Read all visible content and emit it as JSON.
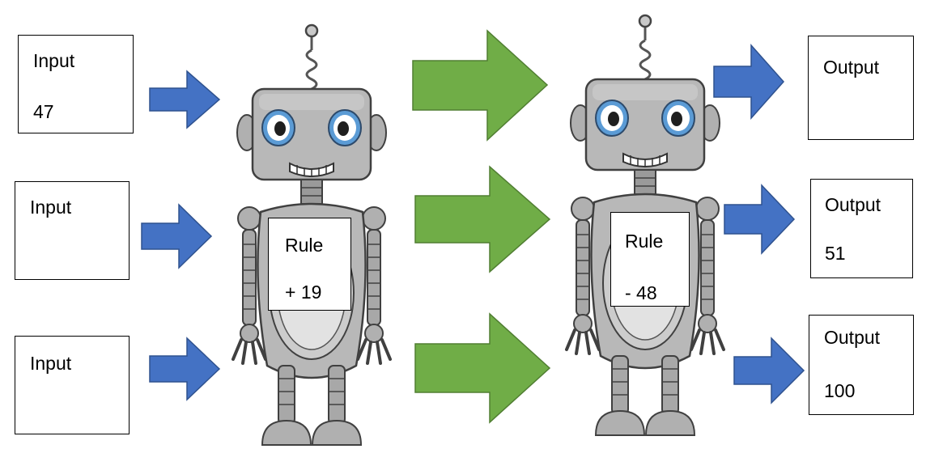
{
  "colors": {
    "blue_arrow": "#4472C4",
    "green_arrow": "#70AD47",
    "robot_body": "#B4B4B4",
    "robot_outline": "#404040",
    "eye_blue": "#5B9BD5"
  },
  "inputs": [
    {
      "label": "Input",
      "value": "47"
    },
    {
      "label": "Input",
      "value": ""
    },
    {
      "label": "Input",
      "value": ""
    }
  ],
  "robots": [
    {
      "rule_label": "Rule",
      "rule_value": "+  19"
    },
    {
      "rule_label": "Rule",
      "rule_value": "- 48"
    }
  ],
  "outputs": [
    {
      "label": "Output",
      "value": ""
    },
    {
      "label": "Output",
      "value": "51"
    },
    {
      "label": "Output",
      "value": "100"
    }
  ],
  "icons": {
    "blue_arrow": "right-arrow-icon",
    "green_arrow": "right-arrow-icon",
    "robot": "robot-illustration"
  }
}
